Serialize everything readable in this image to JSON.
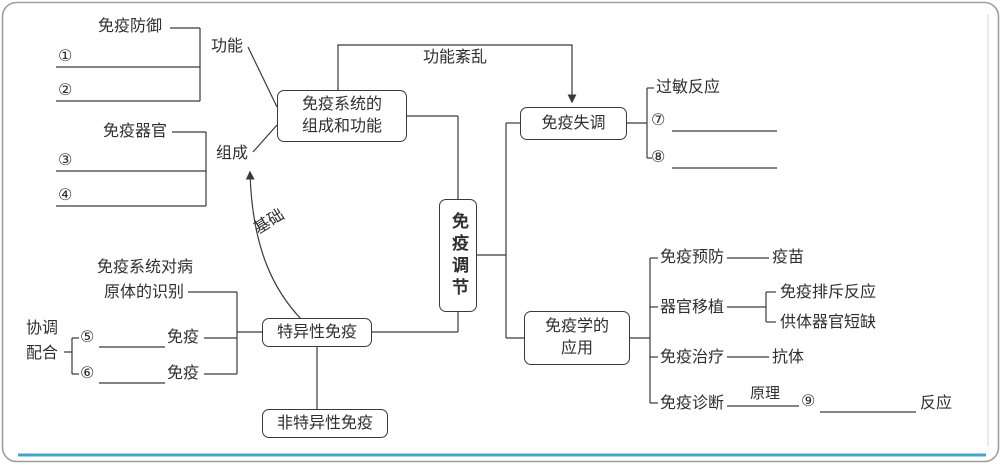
{
  "colors": {
    "text": "#2f2f2f",
    "line": "#3a3a3a",
    "card_border": "#9e9e9e",
    "bottom_rule": "#45a4c8"
  },
  "center_box": {
    "label": "免疫调节"
  },
  "system_box": {
    "line1": "免疫系统的",
    "line2": "组成和功能"
  },
  "function_group": {
    "label": "功能",
    "given": "免疫防御",
    "blank1": "①",
    "blank2": "②"
  },
  "composition_group": {
    "label": "组成",
    "given": "免疫器官",
    "blank1": "③",
    "blank2": "④"
  },
  "top_arrow": {
    "label": "功能紊乱"
  },
  "basis_arrow": {
    "label": "基础"
  },
  "disorder": {
    "box": "免疫失调",
    "item1": "过敏反应",
    "item2": "⑦",
    "item3": "⑧"
  },
  "application": {
    "box_line1": "免疫学的",
    "box_line2": "应用",
    "prevention": "免疫预防",
    "vaccine": "疫苗",
    "transplant": "器官移植",
    "rejection": "免疫排斥反应",
    "shortage": "供体器官短缺",
    "therapy": "免疫治疗",
    "antibody": "抗体",
    "diagnosis": "免疫诊断",
    "principle": "原理",
    "blank": "⑨",
    "suffix": "反应"
  },
  "specific": {
    "box": "特异性免疫",
    "recognition_line1": "免疫系统对病",
    "recognition_line2": "原体的识别",
    "coordination_line1": "协调",
    "coordination_line2": "配合",
    "blank1": "⑤",
    "blank1_suffix": "免疫",
    "blank2": "⑥",
    "blank2_suffix": "免疫"
  },
  "nonspecific": {
    "box": "非特异性免疫"
  }
}
